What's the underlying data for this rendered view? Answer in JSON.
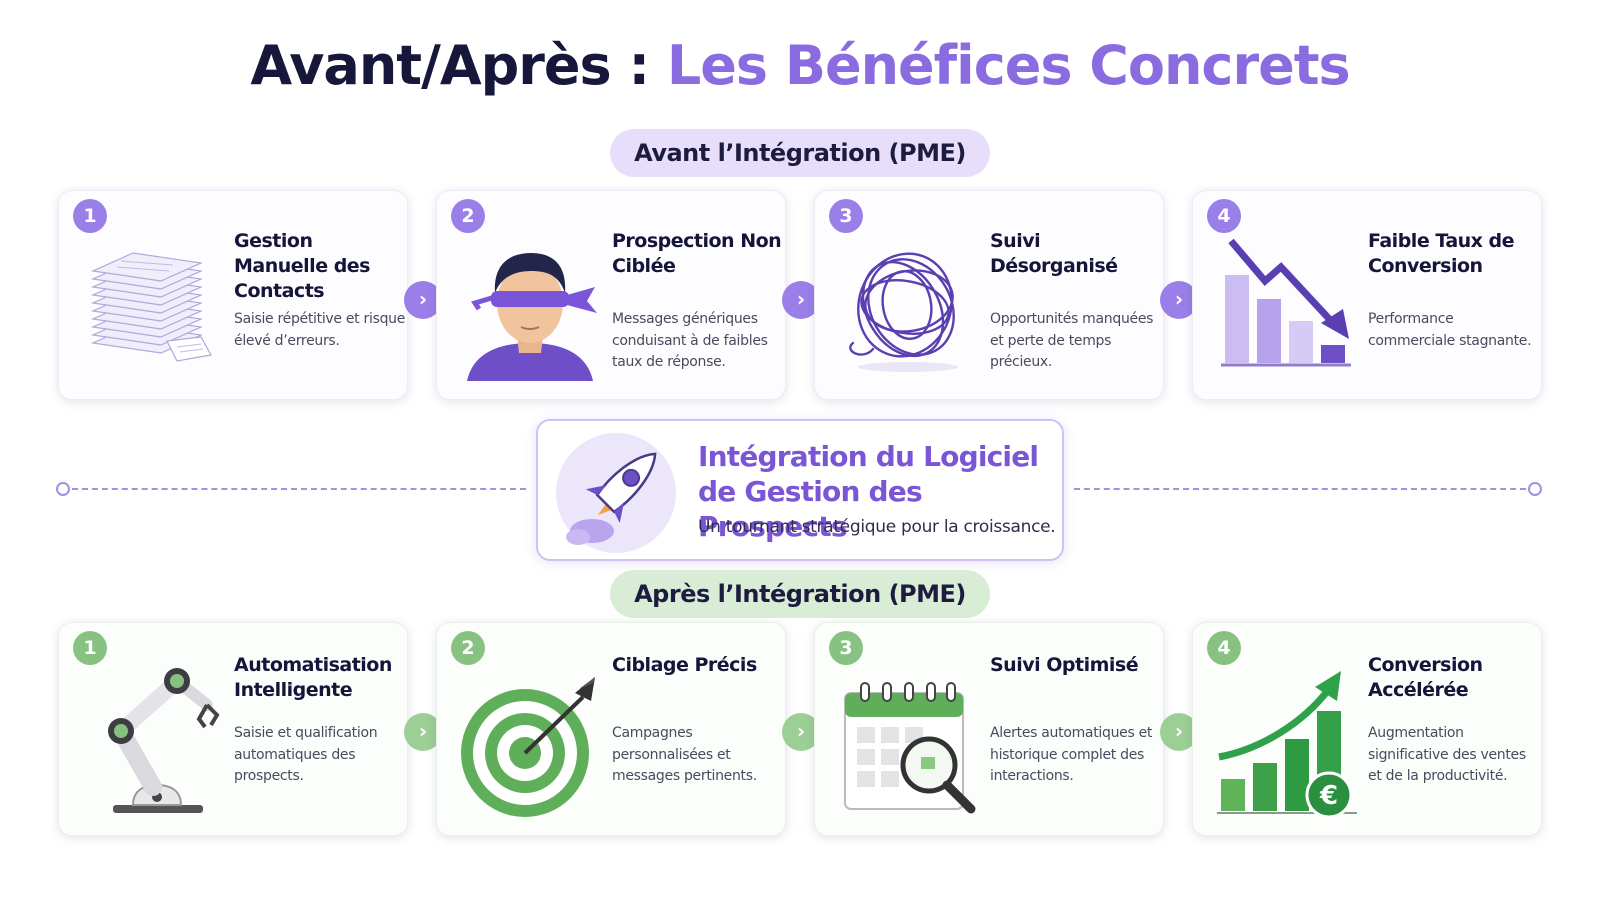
{
  "title": {
    "part1": "Avant/Après : ",
    "part2": "Les Bénéfices Concrets"
  },
  "before": {
    "label": "Avant l’Intégration (PME)",
    "cards": [
      {
        "number": "1",
        "title": "Gestion Manuelle des Contacts",
        "desc": "Saisie répétitive et risque élevé d’erreurs.",
        "icon": "paper-stack-icon"
      },
      {
        "number": "2",
        "title": "Prospection Non Ciblée",
        "desc": "Messages génériques conduisant à de faibles taux de réponse.",
        "icon": "blindfolded-man-icon"
      },
      {
        "number": "3",
        "title": "Suivi Désorganisé",
        "desc": "Opportunités manquées et perte de temps précieux.",
        "icon": "tangled-scribble-icon"
      },
      {
        "number": "4",
        "title": "Faible Taux de Conversion",
        "desc": "Performance commerciale stagnante.",
        "icon": "declining-bar-chart-icon"
      }
    ]
  },
  "center": {
    "title_line1": "Intégration du Logiciel",
    "title_line2": "de Gestion des Prospects",
    "subtitle": "Un tournant stratégique pour la croissance.",
    "icon": "rocket-icon"
  },
  "after": {
    "label": "Après l’Intégration (PME)",
    "cards": [
      {
        "number": "1",
        "title": "Automatisation Intelligente",
        "desc": "Saisie et qualification automatiques des prospects.",
        "icon": "robot-arm-icon"
      },
      {
        "number": "2",
        "title": "Ciblage Précis",
        "desc": "Campagnes personnalisées et messages pertinents.",
        "icon": "target-dart-icon"
      },
      {
        "number": "3",
        "title": "Suivi Optimisé",
        "desc": "Alertes automatiques et historique complet des interactions.",
        "icon": "calendar-magnifier-icon"
      },
      {
        "number": "4",
        "title": "Conversion Accélérée",
        "desc": "Augmentation significative des ventes et de la productivité.",
        "icon": "rising-bar-chart-icon"
      }
    ]
  },
  "colors": {
    "accent": "#8a6ce0",
    "before_badge": "#9b7fe8",
    "after_badge": "#88c283",
    "growth_green": "#2ea24a"
  },
  "arrow_glyph": "›"
}
